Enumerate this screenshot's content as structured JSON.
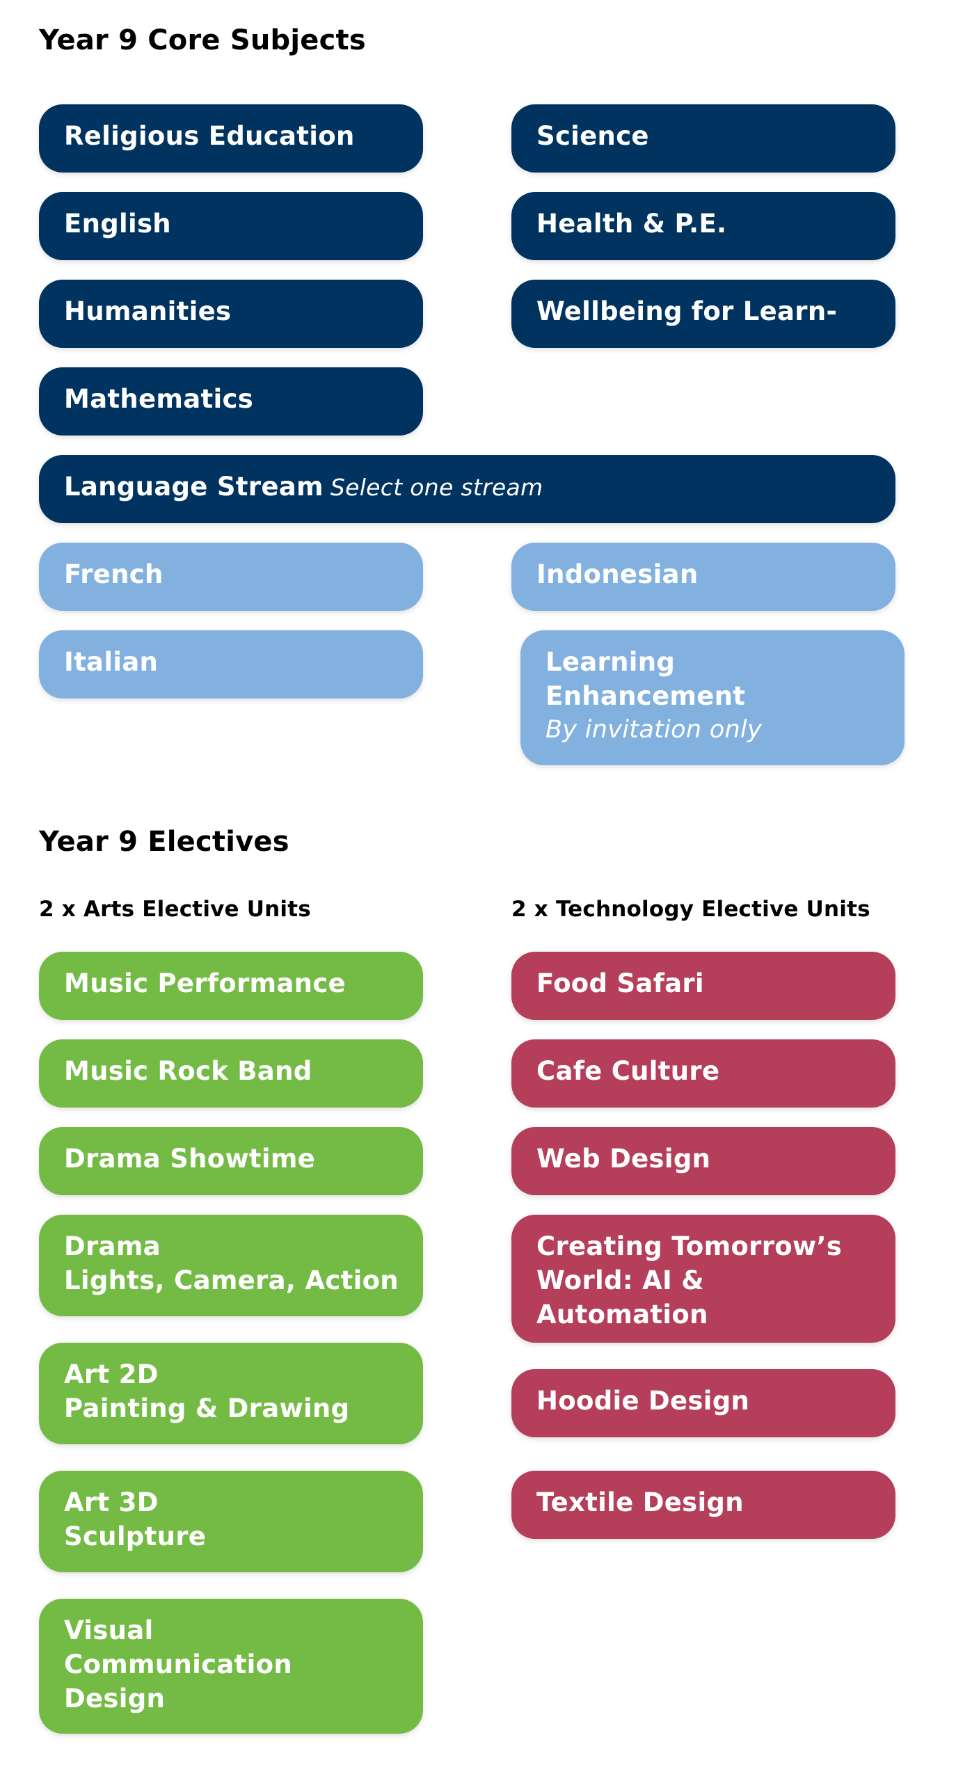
{
  "core": {
    "title": "Year 9 Core Subjects",
    "subjects": {
      "religious_education": "Religious Education",
      "science": "Science",
      "english": "English",
      "health_pe": "Health & P.E.",
      "humanities": "Humanities",
      "wellbeing": "Wellbeing for Learn-",
      "mathematics": "Mathematics"
    },
    "language_stream": {
      "label": "Language Stream",
      "note": "Select one stream",
      "options": {
        "french": "French",
        "indonesian": "Indonesian",
        "italian": "Italian",
        "learning_enhancement": {
          "line1": "Learning",
          "line2": "Enhancement",
          "note": "By invitation only"
        }
      }
    }
  },
  "electives": {
    "title": "Year 9 Electives",
    "arts": {
      "label": "2 x Arts Elective Units",
      "units": {
        "music_performance": "Music Performance",
        "music_rock_band": "Music Rock Band",
        "drama_showtime": "Drama Showtime",
        "drama_lca": {
          "line1": "Drama",
          "line2": "Lights, Camera, Action"
        },
        "art_2d": {
          "line1": "Art 2D",
          "line2": "Painting & Drawing"
        },
        "art_3d": {
          "line1": "Art 3D",
          "line2": "Sculpture"
        },
        "visual_comm": {
          "line1": "Visual",
          "line2": "Communication",
          "line3": "Design"
        }
      }
    },
    "technology": {
      "label": "2 x Technology Elective Units",
      "units": {
        "food_safari": "Food Safari",
        "cafe_culture": "Cafe Culture",
        "web_design": "Web Design",
        "creating_tomorrow": {
          "line1": "Creating Tomorrow’s",
          "line2": "World: AI &",
          "line3": "Automation"
        },
        "hoodie_design": "Hoodie Design",
        "textile_design": "Textile Design"
      }
    }
  },
  "colors": {
    "core": "#00335f",
    "language_option": "#82b1df",
    "arts": "#74bb45",
    "technology": "#b53e5a"
  }
}
